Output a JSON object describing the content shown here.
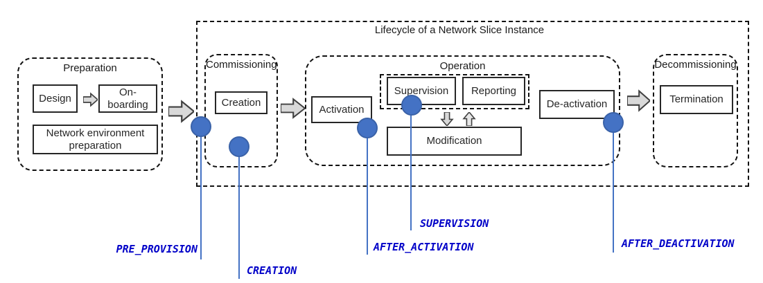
{
  "diagram": {
    "title": "Lifecycle of a Network Slice Instance"
  },
  "phases": {
    "preparation": {
      "title": "Preparation",
      "design": "Design",
      "onboarding": "On-boarding",
      "network_env": "Network environment preparation"
    },
    "commissioning": {
      "title": "Commissioning",
      "creation": "Creation"
    },
    "operation": {
      "title": "Operation",
      "activation": "Activation",
      "supervision": "Supervision",
      "reporting": "Reporting",
      "modification": "Modification",
      "deactivation": "De-activation"
    },
    "decommissioning": {
      "title": "Decommissioning",
      "termination": "Termination"
    }
  },
  "markers": [
    {
      "label": "PRE_PROVISION"
    },
    {
      "label": "CREATION"
    },
    {
      "label": "AFTER_ACTIVATION"
    },
    {
      "label": "SUPERVISION"
    },
    {
      "label": "AFTER_DEACTIVATION"
    }
  ],
  "colors": {
    "marker_fill": "#4472C4",
    "marker_border": "#3A62A8",
    "leader_line": "#4472C4",
    "event_label": "#0000C8",
    "arrow_fill": "#D9D9D9",
    "arrow_border": "#404040",
    "box_border": "#262626",
    "dashed_border": "#111111"
  }
}
